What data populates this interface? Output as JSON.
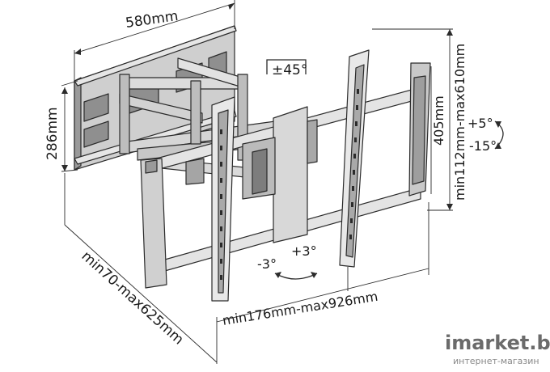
{
  "diagram": {
    "labels": {
      "width_top": "580mm",
      "height_left": "286mm",
      "depth": "min70-max625mm",
      "swivel": "±45°",
      "plate_height": "405mm",
      "vertical_range": "min112mm-max610mm",
      "tilt_up": "+5°",
      "tilt_down": "-15°",
      "roll_left": "-3°",
      "roll_right": "+3°",
      "horizontal_range": "min176mm-max926mm"
    },
    "watermark": {
      "brand": "imarket.by",
      "tagline": "интернет-магазин"
    },
    "colors": {
      "line": "#2b2b2b",
      "metal_light": "#d9d9d9",
      "metal_mid": "#b5b5b5",
      "metal_dark": "#8c8c8c",
      "text": "#1a1a1a"
    }
  }
}
